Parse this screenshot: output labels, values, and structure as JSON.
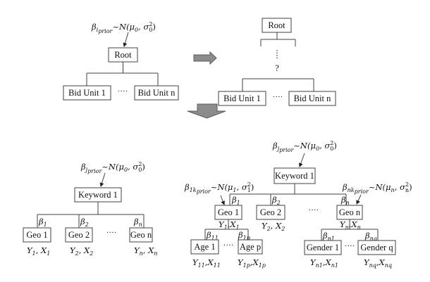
{
  "colors": {
    "box_stroke": "#404040",
    "arrow_fill": "#8c8c8c",
    "arrow_stroke": "#5a5a5a"
  },
  "top_left": {
    "prior": {
      "beta": "β",
      "sub": "i",
      "subsub": "prior",
      "dist": "~N(μ",
      "mu_sub": "0",
      "sigma": ", σ",
      "sigma_sub": "0",
      "sigma_sup": "2",
      "close": ")"
    },
    "root": "Root",
    "children": [
      "Bid Unit  1",
      "Bid Unit  n"
    ],
    "ellipsis": "····"
  },
  "top_right": {
    "root": "Root",
    "vertical_dots": "⋮",
    "question": "?",
    "children": [
      "Bid Unit  1",
      "Bid Unit  n"
    ],
    "ellipsis": "····"
  },
  "arrows": {
    "right": "right-arrow",
    "down": "down-arrow"
  },
  "bottom_left": {
    "prior": {
      "beta": "β",
      "sub": "j",
      "subsub": "prior",
      "dist": "~N(μ",
      "mu_sub": "0",
      "sigma": ", σ",
      "sigma_sub": "0",
      "sigma_sup": "2",
      "close": ")"
    },
    "root": "Keyword 1",
    "children": [
      {
        "label": "Geo 1",
        "beta": "β",
        "beta_sub": "1",
        "y": "Y",
        "y_sub": "1",
        "x": "X",
        "x_sub": "1"
      },
      {
        "label": "Geo 2",
        "beta": "β",
        "beta_sub": "2",
        "y": "Y",
        "y_sub": "2",
        "x": "X",
        "x_sub": "2"
      },
      {
        "label": "Geo n",
        "beta": "β",
        "beta_sub": "n",
        "y": "Y",
        "y_sub": "n",
        "x": "X",
        "x_sub": "n"
      }
    ],
    "ellipsis": "····"
  },
  "bottom_right": {
    "prior": {
      "beta": "β",
      "sub": "j",
      "subsub": "prior",
      "dist": "~N(μ",
      "mu_sub": "0",
      "sigma": ", σ",
      "sigma_sub": "0",
      "sigma_sup": "2",
      "close": ")"
    },
    "root": "Keyword 1",
    "prior_1k": {
      "beta": "β",
      "sub": "1k",
      "subsub": "prior",
      "dist": "~N(μ",
      "mu_sub": "1",
      "sigma": ", σ",
      "sigma_sub": "1",
      "sigma_sup": "2",
      "close": ")"
    },
    "prior_nk": {
      "beta": "β",
      "sub": "nk",
      "subsub": "prior",
      "dist": "~N(μ",
      "mu_sub": "n",
      "sigma": ", σ",
      "sigma_sub": "n",
      "sigma_sup": "2",
      "close": ")"
    },
    "geos": [
      {
        "label": "Geo 1",
        "beta": "β",
        "beta_sub": "1",
        "y": "Y",
        "y_sub": "1",
        "x": "X",
        "x_sub": "1"
      },
      {
        "label": "Geo 2",
        "beta": "β",
        "beta_sub": "2",
        "y": "Y",
        "y_sub": "2",
        "x": "X",
        "x_sub": "2"
      },
      {
        "label": "Geo n",
        "beta": "β",
        "beta_sub": "n",
        "y": "Y",
        "y_sub": "n",
        "x": "X",
        "x_sub": "n"
      }
    ],
    "geo_ellipsis": "····",
    "ages": [
      {
        "label": "Age 1",
        "beta": "β",
        "beta_sub": "11",
        "y": "Y",
        "y_sub": "11",
        "x": "X",
        "x_sub": "11"
      },
      {
        "label": "Age p",
        "beta": "β",
        "beta_sub": "1p",
        "y": "Y",
        "y_sub": "1p",
        "x": "X",
        "x_sub": "1p"
      }
    ],
    "age_ellipsis": "····",
    "genders": [
      {
        "label": "Gender 1",
        "beta": "β",
        "beta_sub": "n1",
        "y": "Y",
        "y_sub": "n1",
        "x": "X",
        "x_sub": "n1"
      },
      {
        "label": "Gender q",
        "beta": "β",
        "beta_sub": "nq",
        "y": "Y",
        "y_sub": "nq",
        "x": "X",
        "x_sub": "nq"
      }
    ],
    "gender_ellipsis": "····"
  }
}
